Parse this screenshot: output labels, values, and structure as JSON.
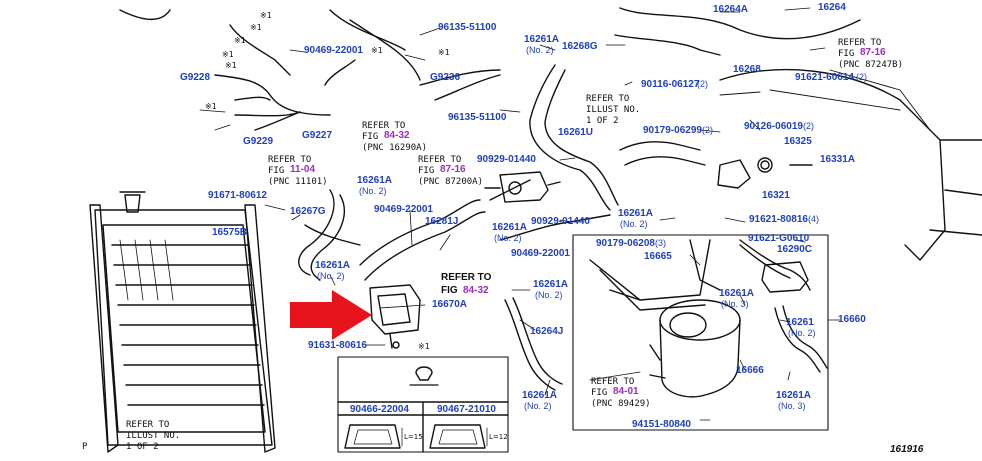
{
  "diagram": {
    "figure_id": "161916",
    "page_marker": "P",
    "note_symbol": "※1",
    "labels": [
      "16264A",
      "16264",
      "G9228",
      "90469-22001",
      "96135-51100",
      "16261A",
      "16268G",
      "REFER TO",
      "FIG",
      "87-16",
      "(PNC 87247B)",
      "91621-60614",
      "(2)",
      "G9236",
      "90116-06127",
      "16268",
      "G9229",
      "G9227",
      "REFER TO",
      "84-32",
      "(PNC 16290A)",
      "ILLUST NO.",
      "1 OF 2",
      "16261U",
      "90179-06299",
      "90126-06019",
      "16325",
      "16331A",
      "11-04",
      "(PNC 11101)",
      "90929-01440",
      "(PNC 87200A)",
      "16321",
      "91671-80612",
      "(No. 2)",
      "16267G",
      "16575B",
      "16281J",
      "91621-80816",
      "(4)",
      "90179-06208",
      "(3)",
      "16665",
      "91621-G0610",
      "16290C",
      "16670A",
      "16264J",
      "(No. 3)",
      "16261",
      "16660",
      "91631-80616",
      "16666",
      "84-01",
      "(PNC 89429)",
      "90466-22004",
      "90467-21010",
      "94151-80840",
      "L=15",
      "L=12"
    ],
    "refer_box": {
      "line1": "REFER TO",
      "fig_prefix": "FIG",
      "fig_ref": "84-32"
    }
  }
}
